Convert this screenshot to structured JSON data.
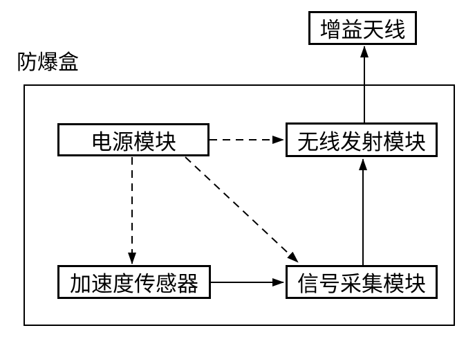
{
  "diagram": {
    "outer_box_label": "防爆盒",
    "nodes": {
      "antenna": {
        "label": "增益天线"
      },
      "power": {
        "label": "电源模块"
      },
      "transmitter": {
        "label": "无线发射模块"
      },
      "sensor": {
        "label": "加速度传感器"
      },
      "collector": {
        "label": "信号采集模块"
      }
    },
    "edges": [
      {
        "from": "电源模块",
        "to": "无线发射模块",
        "style": "dashed",
        "direction": "right"
      },
      {
        "from": "电源模块",
        "to": "加速度传感器",
        "style": "dashed",
        "direction": "down"
      },
      {
        "from": "电源模块",
        "to": "信号采集模块",
        "style": "dashed",
        "direction": "down-right"
      },
      {
        "from": "加速度传感器",
        "to": "信号采集模块",
        "style": "solid",
        "direction": "right"
      },
      {
        "from": "信号采集模块",
        "to": "无线发射模块",
        "style": "solid",
        "direction": "up"
      },
      {
        "from": "无线发射模块",
        "to": "增益天线",
        "style": "solid",
        "direction": "up"
      }
    ],
    "colors": {
      "line": "#000000",
      "box_border": "#000000",
      "background": "#ffffff",
      "text": "#000000"
    }
  }
}
